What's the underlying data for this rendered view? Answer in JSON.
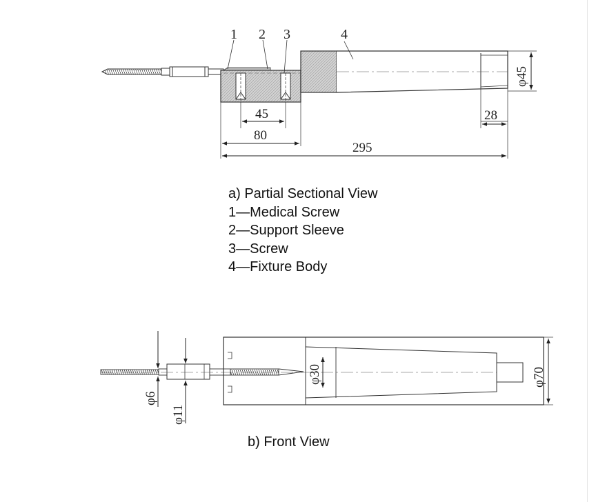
{
  "part_labels": [
    "1",
    "2",
    "3",
    "4"
  ],
  "dimensions_a": {
    "d45_diameter": "φ45",
    "span_45": "45",
    "span_80": "80",
    "len_28": "28",
    "len_295": "295"
  },
  "caption_a": {
    "title": "a) Partial Sectional View",
    "items": [
      "1—Medical Screw",
      "2—Support Sleeve",
      "3—Screw",
      "4—Fixture Body"
    ]
  },
  "dimensions_b": {
    "d6": "φ6",
    "d11": "φ11",
    "d30": "φ30",
    "d70": "φ70"
  },
  "caption_b": {
    "title": "b) Front View"
  },
  "colors": {
    "ink": "#222222",
    "hatch_fill": "#d2d2d2"
  }
}
